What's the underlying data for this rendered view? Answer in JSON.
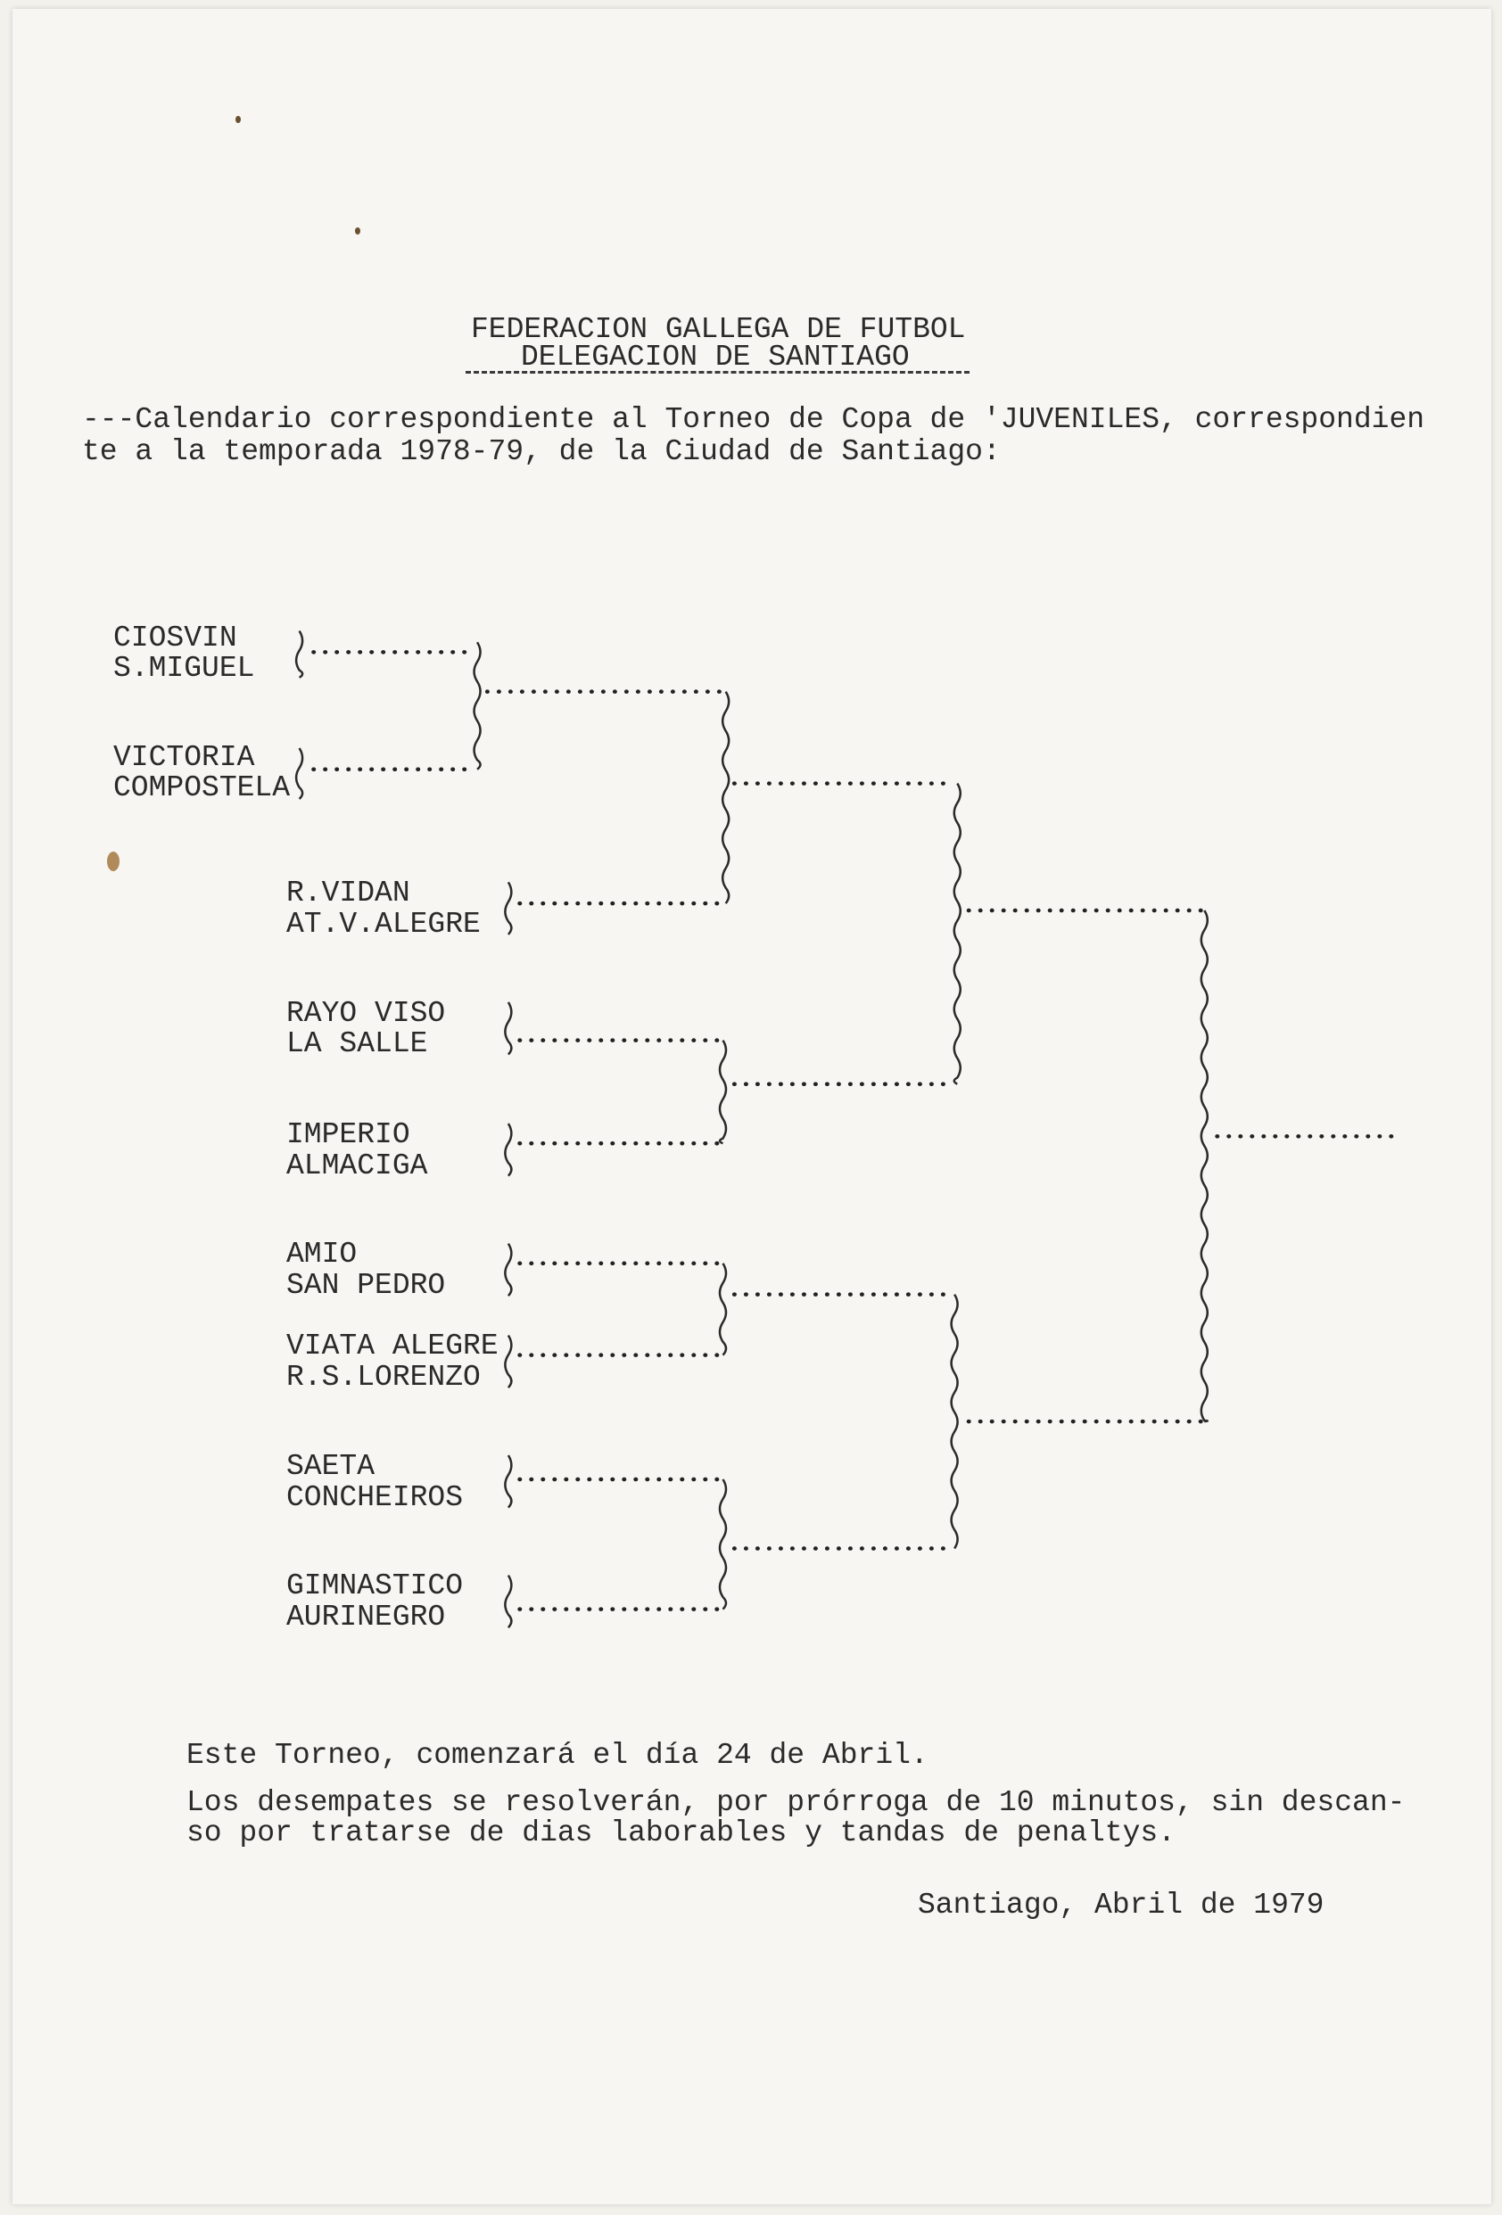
{
  "header": {
    "line1": "FEDERACION GALLEGA DE FUTBOL",
    "line2": "DELEGACION DE SANTIAGO"
  },
  "intro": {
    "line1": "---Calendario correspondiente al Torneo de Copa de 'JUVENILES, correspondien",
    "line2": "te a la temporada 1978-79, de la Ciudad de Santiago:"
  },
  "bracket": {
    "matches": [
      {
        "home": "CIOSVIN",
        "away": "S.MIGUEL"
      },
      {
        "home": "VICTORIA",
        "away": "COMPOSTELA"
      },
      {
        "home": "R.VIDAN",
        "away": "AT.V.ALEGRE"
      },
      {
        "home": "RAYO VISO",
        "away": "LA SALLE"
      },
      {
        "home": "IMPERIO",
        "away": "ALMACIGA"
      },
      {
        "home": "AMIO",
        "away": "SAN PEDRO"
      },
      {
        "home": "VIATA ALEGRE",
        "away": "R.S.LORENZO"
      },
      {
        "home": "SAETA",
        "away": "CONCHEIROS"
      },
      {
        "home": "GIMNASTICO",
        "away": "AURINEGRO"
      }
    ]
  },
  "footer": {
    "start": "Este Torneo, comenzará el día 24 de Abril.",
    "rules_line1": "Los desempates se resolverán, por prórroga de 10 minutos, sin descan-",
    "rules_line2": "so por tratarse de dias laborables y tandas de penaltys.",
    "signature": "Santiago, Abril de 1979"
  }
}
